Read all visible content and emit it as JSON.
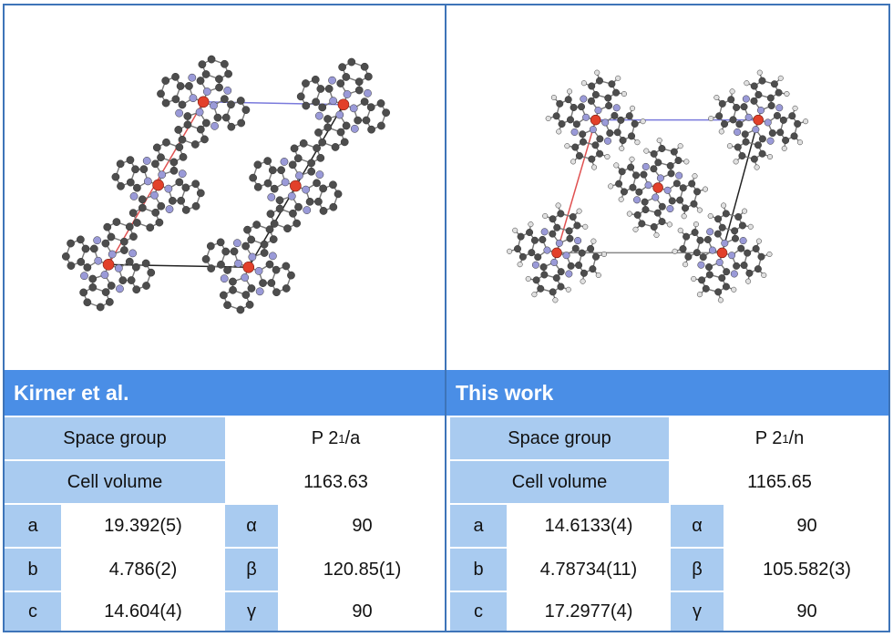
{
  "left": {
    "title": "Kirner et al.",
    "space_group_label": "Space group",
    "space_group_value": "P 2",
    "space_group_sub": "1",
    "space_group_suffix": "/a",
    "cell_volume_label": "Cell volume",
    "cell_volume_value": "1163.63",
    "rows": [
      {
        "axis": "a",
        "length": "19.392(5)",
        "angle": "α",
        "angle_value": "90"
      },
      {
        "axis": "b",
        "length": "4.786(2)",
        "angle": "β",
        "angle_value": "120.85(1)"
      },
      {
        "axis": "c",
        "length": "14.604(4)",
        "angle": "γ",
        "angle_value": "90"
      }
    ]
  },
  "right": {
    "title": "This work",
    "space_group_label": "Space group",
    "space_group_value": "P 2",
    "space_group_sub": "1",
    "space_group_suffix": "/n",
    "cell_volume_label": "Cell volume",
    "cell_volume_value": "1165.65",
    "rows": [
      {
        "axis": "a",
        "length": "14.6133(4)",
        "angle": "α",
        "angle_value": "90"
      },
      {
        "axis": "b",
        "length": "4.78734(11)",
        "angle": "β",
        "angle_value": "105.582(3)"
      },
      {
        "axis": "c",
        "length": "17.2977(4)",
        "angle": "γ",
        "angle_value": "90"
      }
    ]
  },
  "colors": {
    "border": "#3e74b8",
    "title_bar": "#4a8ee6",
    "label_cell": "#a9cbf0",
    "carbon": "#4d4d4d",
    "nitrogen": "#9a9ad8",
    "metal": "#e2402a",
    "hydrogen": "#e0e0e0",
    "cell_a": "#e05050",
    "cell_b": "#7a7adc",
    "cell_c": "#222222"
  }
}
